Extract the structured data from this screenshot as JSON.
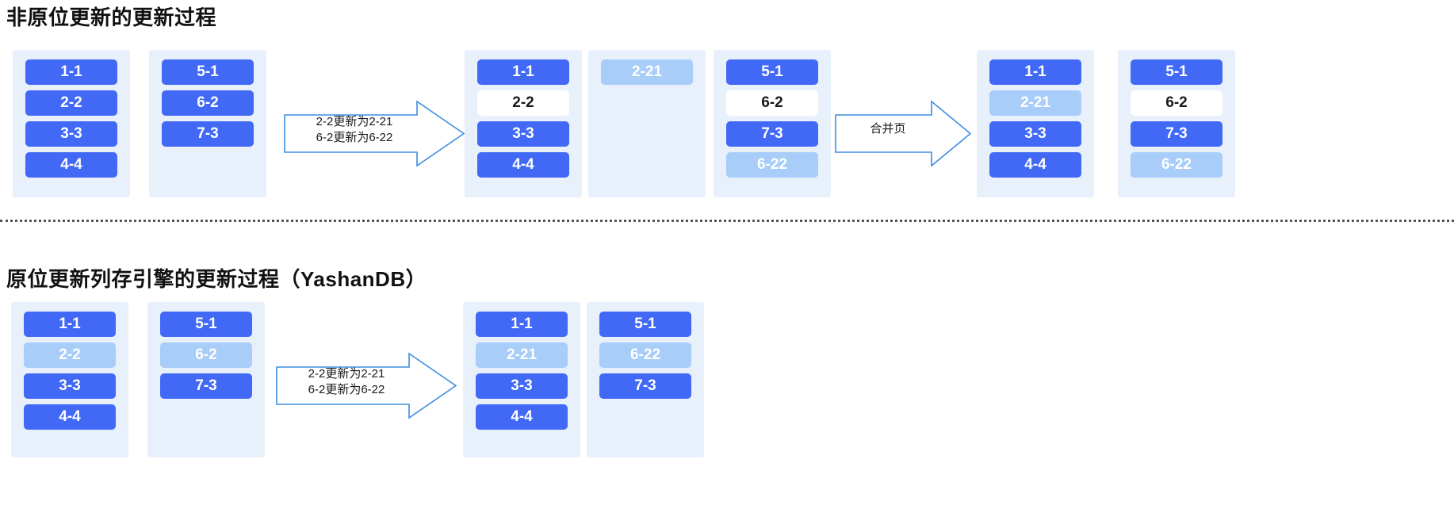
{
  "sections": [
    {
      "id": "non-in-place",
      "title": "非原位更新的更新过程",
      "panels": [
        {
          "name": "panel-a1",
          "cells": [
            {
              "label": "1-1",
              "style": "blue"
            },
            {
              "label": "2-2",
              "style": "blue"
            },
            {
              "label": "3-3",
              "style": "blue"
            },
            {
              "label": "4-4",
              "style": "blue"
            }
          ]
        },
        {
          "name": "panel-a2",
          "cells": [
            {
              "label": "5-1",
              "style": "blue"
            },
            {
              "label": "6-2",
              "style": "blue"
            },
            {
              "label": "7-3",
              "style": "blue"
            }
          ]
        },
        {
          "name": "panel-a3",
          "cells": [
            {
              "label": "1-1",
              "style": "blue"
            },
            {
              "label": "2-2",
              "style": "white"
            },
            {
              "label": "3-3",
              "style": "blue"
            },
            {
              "label": "4-4",
              "style": "blue"
            }
          ]
        },
        {
          "name": "panel-a4",
          "cells": [
            {
              "label": "2-21",
              "style": "light"
            }
          ]
        },
        {
          "name": "panel-a5",
          "cells": [
            {
              "label": "5-1",
              "style": "blue"
            },
            {
              "label": "6-2",
              "style": "white"
            },
            {
              "label": "7-3",
              "style": "blue"
            },
            {
              "label": "6-22",
              "style": "light"
            }
          ]
        },
        {
          "name": "panel-a6",
          "cells": [
            {
              "label": "1-1",
              "style": "blue"
            },
            {
              "label": "2-21",
              "style": "light"
            },
            {
              "label": "3-3",
              "style": "blue"
            },
            {
              "label": "4-4",
              "style": "blue"
            }
          ]
        },
        {
          "name": "panel-a7",
          "cells": [
            {
              "label": "5-1",
              "style": "blue"
            },
            {
              "label": "6-2",
              "style": "white"
            },
            {
              "label": "7-3",
              "style": "blue"
            },
            {
              "label": "6-22",
              "style": "light"
            }
          ]
        }
      ],
      "arrows": [
        {
          "name": "arrow-update",
          "line1": "2-2更新为2-21",
          "line2": "6-2更新为6-22"
        },
        {
          "name": "arrow-merge",
          "line1": "合并页",
          "line2": ""
        }
      ]
    },
    {
      "id": "in-place",
      "title": "原位更新列存引擎的更新过程（YashanDB）",
      "panels": [
        {
          "name": "panel-b1",
          "cells": [
            {
              "label": "1-1",
              "style": "blue"
            },
            {
              "label": "2-2",
              "style": "light"
            },
            {
              "label": "3-3",
              "style": "blue"
            },
            {
              "label": "4-4",
              "style": "blue"
            }
          ]
        },
        {
          "name": "panel-b2",
          "cells": [
            {
              "label": "5-1",
              "style": "blue"
            },
            {
              "label": "6-2",
              "style": "light"
            },
            {
              "label": "7-3",
              "style": "blue"
            }
          ]
        },
        {
          "name": "panel-b3",
          "cells": [
            {
              "label": "1-1",
              "style": "blue"
            },
            {
              "label": "2-21",
              "style": "light"
            },
            {
              "label": "3-3",
              "style": "blue"
            },
            {
              "label": "4-4",
              "style": "blue"
            }
          ]
        },
        {
          "name": "panel-b4",
          "cells": [
            {
              "label": "5-1",
              "style": "blue"
            },
            {
              "label": "6-22",
              "style": "light"
            },
            {
              "label": "7-3",
              "style": "blue"
            }
          ]
        }
      ],
      "arrows": [
        {
          "name": "arrow-update",
          "line1": "2-2更新为2-21",
          "line2": "6-2更新为6-22"
        }
      ]
    }
  ],
  "colors": {
    "panel_bg": "#e8f0fb",
    "cell_blue": "#4169f5",
    "cell_light": "#a7cdf8",
    "cell_white": "#ffffff",
    "arrow_stroke": "#3b8ee0",
    "divider": "#555555",
    "title_text": "#111111"
  }
}
